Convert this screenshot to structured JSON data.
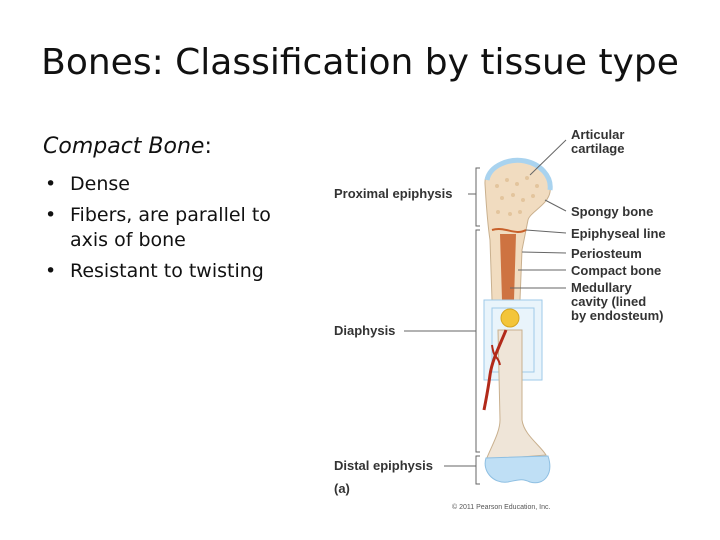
{
  "slide": {
    "title": "Bones: Classification by tissue type",
    "heading_term": "Compact Bone",
    "heading_suffix": ":",
    "bullets": [
      "Dense",
      "Fibers, are parallel to axis of bone",
      "Resistant to twisting"
    ]
  },
  "figure": {
    "labels": {
      "articular_cartilage_1": "Articular",
      "articular_cartilage_2": "cartilage",
      "proximal_epiphysis": "Proximal epiphysis",
      "spongy_bone": "Spongy bone",
      "epiphyseal_line": "Epiphyseal line",
      "periosteum": "Periosteum",
      "compact_bone": "Compact bone",
      "medullary_1": "Medullary",
      "medullary_2": "cavity (lined",
      "medullary_3": "by endosteum)",
      "diaphysis": "Diaphysis",
      "distal_epiphysis": "Distal epiphysis",
      "panel": "(a)"
    },
    "copyright": "© 2011 Pearson Education, Inc.",
    "colors": {
      "bone": "#f1dcc0",
      "cartilage": "#a9d3ef",
      "marrow": "#c8602a",
      "blood_vessel": "#b22a1a",
      "yellow_marrow": "#f3c53a"
    }
  }
}
